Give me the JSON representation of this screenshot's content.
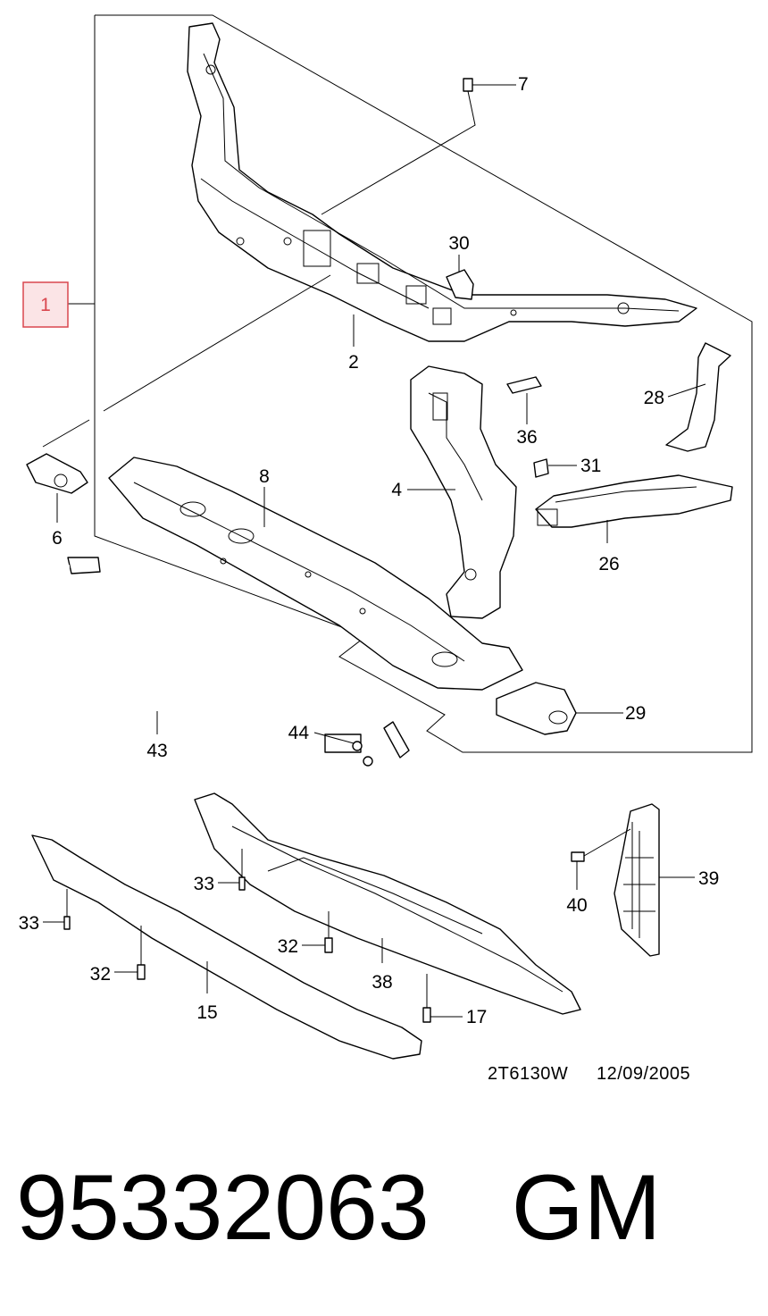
{
  "callouts": {
    "c1": "1",
    "c2": "2",
    "c4": "4",
    "c6": "6",
    "c7": "7",
    "c8": "8",
    "c15": "15",
    "c17": "17",
    "c26": "26",
    "c28": "28",
    "c29": "29",
    "c30": "30",
    "c31": "31",
    "c32a": "32",
    "c32b": "32",
    "c33a": "33",
    "c33b": "33",
    "c36": "36",
    "c38": "38",
    "c39": "39",
    "c40": "40",
    "c43": "43",
    "c44": "44"
  },
  "reference": {
    "code": "2T6130W",
    "date": "12/09/2005"
  },
  "footer": {
    "part_number": "95332063",
    "brand": "GM"
  },
  "colors": {
    "highlight_border": "#d9474f",
    "highlight_fill": "#fbe4e6"
  }
}
